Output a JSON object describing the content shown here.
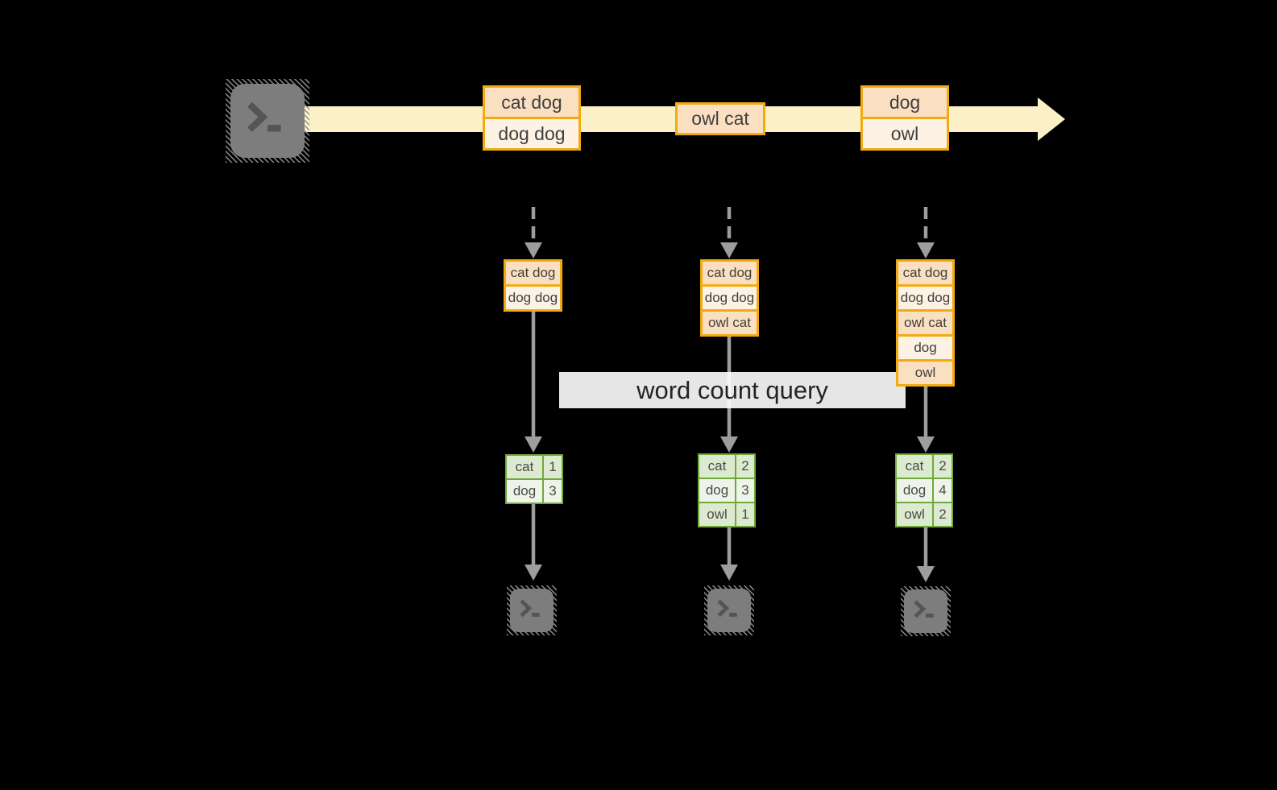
{
  "diagram": "streaming word count over a data stream",
  "colors": {
    "background": "#000000",
    "stream_band": "#fcf0c8",
    "event_border": "#f1ab11",
    "event_fill_dark": "#fbdfc1",
    "event_fill_light": "#fdf2e4",
    "table_border": "#6fa93c",
    "table_fill_dark": "#dcead0",
    "table_fill_light": "#eef4e8",
    "arrow_gray": "#9d9d9d",
    "label_bg": "#ffffff",
    "text": "#3f3f3f"
  },
  "source": {
    "icon": "terminal-icon"
  },
  "stream": {
    "events": [
      {
        "lines": [
          "cat dog",
          "dog dog"
        ]
      },
      {
        "lines": [
          "owl cat"
        ]
      },
      {
        "lines": [
          "dog",
          "owl"
        ]
      }
    ]
  },
  "query_label": "word count query",
  "tasks": [
    {
      "buffer": [
        "cat dog",
        "dog dog"
      ],
      "counts": [
        {
          "word": "cat",
          "count": "1"
        },
        {
          "word": "dog",
          "count": "3"
        }
      ]
    },
    {
      "buffer": [
        "cat dog",
        "dog dog",
        "owl cat"
      ],
      "counts": [
        {
          "word": "cat",
          "count": "2"
        },
        {
          "word": "dog",
          "count": "3"
        },
        {
          "word": "owl",
          "count": "1"
        }
      ]
    },
    {
      "buffer": [
        "cat dog",
        "dog dog",
        "owl cat",
        "dog",
        "owl"
      ],
      "counts": [
        {
          "word": "cat",
          "count": "2"
        },
        {
          "word": "dog",
          "count": "4"
        },
        {
          "word": "owl",
          "count": "2"
        }
      ]
    }
  ]
}
